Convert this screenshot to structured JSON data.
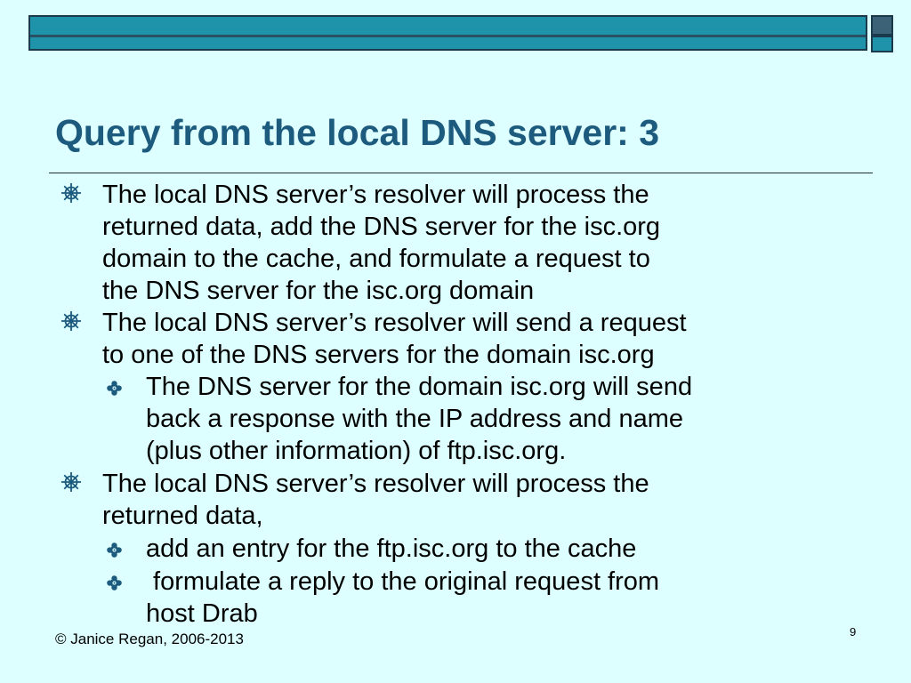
{
  "slide": {
    "title": "Query from the local DNS server: 3",
    "bullets": [
      {
        "level": 1,
        "lines": [
          "The local DNS server’s resolver will process the",
          "returned data, add the DNS server for the isc.org",
          "domain to the cache, and formulate a request to",
          "the DNS server for the isc.org domain"
        ]
      },
      {
        "level": 1,
        "lines": [
          "The local DNS server’s resolver will send a request",
          "to one of the DNS servers for the domain isc.org"
        ]
      },
      {
        "level": 2,
        "lines": [
          "The DNS server for the domain isc.org will send",
          "back a response with the IP address and name",
          "(plus other information) of ftp.isc.org."
        ]
      },
      {
        "level": 1,
        "lines": [
          "The local DNS server’s resolver will process the",
          "returned data,"
        ]
      },
      {
        "level": 2,
        "lines": [
          "add an entry for the ftp.isc.org to the cache"
        ]
      },
      {
        "level": 2,
        "lines": [
          " formulate a reply to the original request from",
          "host Drab"
        ]
      }
    ],
    "footer": "© Janice Regan, 2006-2013",
    "page_number": "9"
  },
  "colors": {
    "background": "#DDFFFF",
    "title": "#1c5a7e",
    "band": "#1F93A9",
    "band_border": "#1b3a4b",
    "corner_dark": "#3c6278",
    "bullet_marker": "#1c5a7e"
  },
  "icons": {
    "level1_marker": "ship-wheel-icon",
    "level2_marker": "flower-icon"
  }
}
